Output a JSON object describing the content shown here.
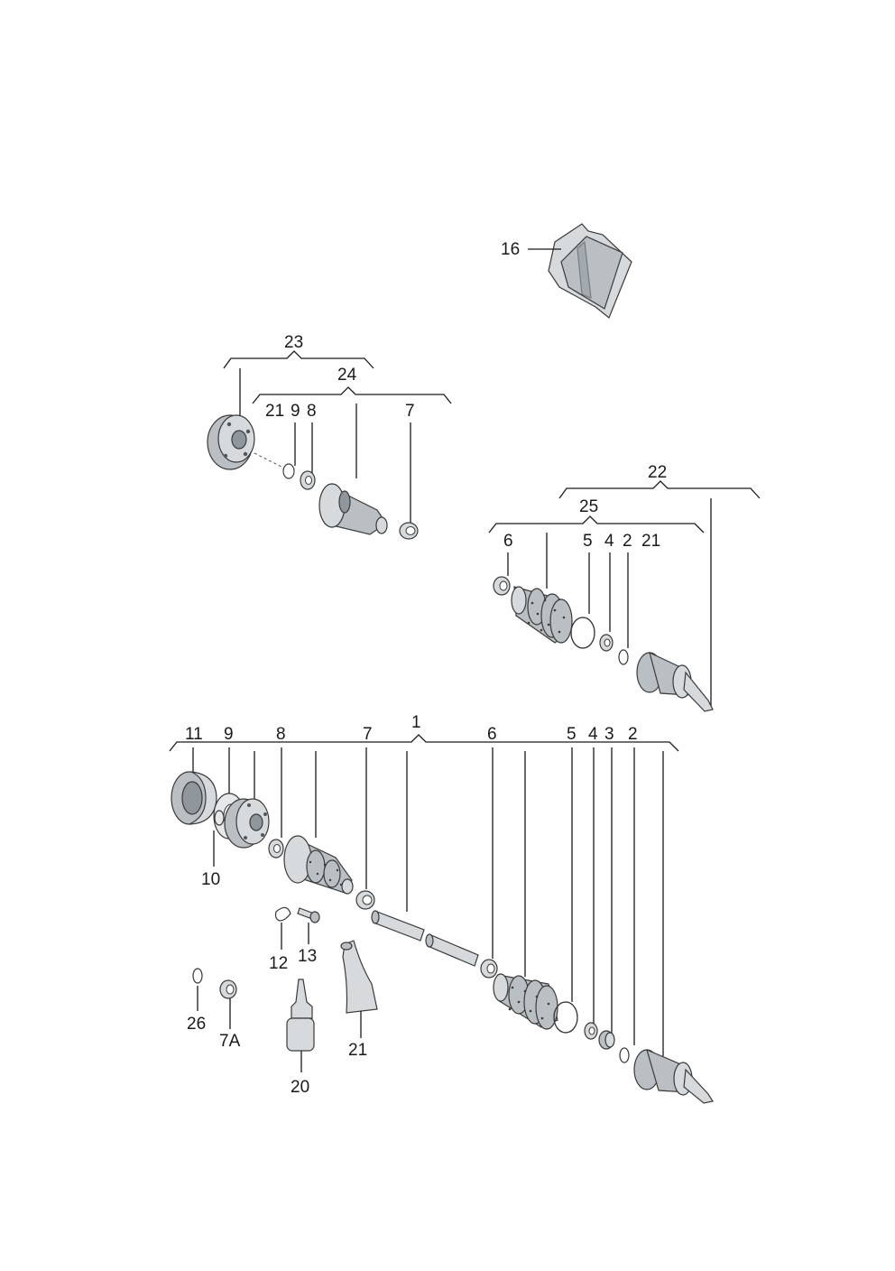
{
  "callouts": {
    "c16": "16",
    "c23": "23",
    "c24": "24",
    "c21a": "21",
    "c9a": "9",
    "c8a": "8",
    "c7a": "7",
    "c22": "22",
    "c25": "25",
    "c6a": "6",
    "c5a": "5",
    "c4a": "4",
    "c2a": "2",
    "c21b": "21",
    "c1": "1",
    "c11": "11",
    "c9b": "9",
    "c8b": "8",
    "c7b": "7",
    "c6b": "6",
    "c5b": "5",
    "c4b": "4",
    "c3": "3",
    "c2b": "2",
    "c10": "10",
    "c12": "12",
    "c13": "13",
    "c26": "26",
    "c7A": "7A",
    "c20": "20",
    "c21c": "21"
  },
  "colors": {
    "line": "#1a1a1a",
    "part_light": "#d6dadd",
    "part_mid": "#b9bfc3",
    "part_dark": "#8f979c"
  }
}
